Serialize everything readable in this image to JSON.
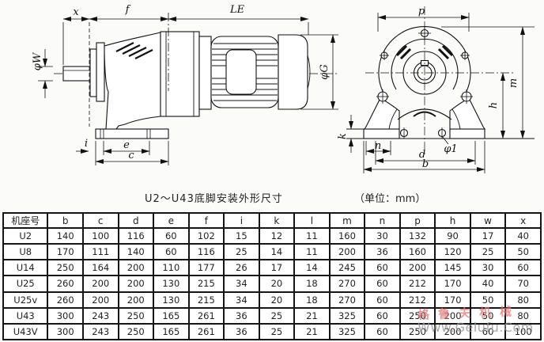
{
  "caption": {
    "title": "U2～U43底脚安装外形尺寸",
    "unit": "（单位：mm）"
  },
  "watermark": {
    "cn": "格鲁夫机械",
    "url": "Www.Gelufu.Com",
    "cn_color": "#de7878",
    "url_color": "#969494"
  },
  "labels": {
    "x": "x",
    "f": "f",
    "le": "LE",
    "phi_w": "φW",
    "i": "i",
    "e": "e",
    "c": "c",
    "phi_g": "φG",
    "p": "p",
    "k": "k",
    "n": "n",
    "d": "d",
    "b": "b",
    "phi_1": "φ1",
    "h": "h",
    "m": "m"
  },
  "table": {
    "headers": [
      "机座号",
      "b",
      "c",
      "d",
      "e",
      "f",
      "i",
      "k",
      "l",
      "m",
      "n",
      "p",
      "h",
      "w",
      "x"
    ],
    "rows": [
      [
        "U2",
        "140",
        "100",
        "116",
        "60",
        "102",
        "15",
        "12",
        "11",
        "160",
        "30",
        "132",
        "90",
        "17",
        "40"
      ],
      [
        "U8",
        "170",
        "111",
        "140",
        "60",
        "116",
        "25",
        "14",
        "11",
        "200",
        "36",
        "160",
        "120",
        "25",
        "50"
      ],
      [
        "U14",
        "250",
        "164",
        "200",
        "110",
        "177",
        "26",
        "17",
        "14",
        "245",
        "60",
        "200",
        "145",
        "30",
        "60"
      ],
      [
        "U25",
        "260",
        "200",
        "200",
        "130",
        "215",
        "34",
        "20",
        "18",
        "270",
        "60",
        "212",
        "170",
        "40",
        "70"
      ],
      [
        "U25v",
        "260",
        "200",
        "200",
        "130",
        "215",
        "34",
        "20",
        "18",
        "270",
        "60",
        "212",
        "170",
        "50",
        "80"
      ],
      [
        "U43",
        "300",
        "243",
        "250",
        "165",
        "261",
        "36",
        "25",
        "21",
        "325",
        "60",
        "250",
        "200",
        "50",
        "80"
      ],
      [
        "U43V",
        "300",
        "243",
        "250",
        "165",
        "261",
        "36",
        "25",
        "21",
        "325",
        "60",
        "250",
        "200",
        "60",
        "100"
      ]
    ]
  },
  "colors": {
    "line": "#1a1a1a",
    "background": "#fbfbfa"
  }
}
